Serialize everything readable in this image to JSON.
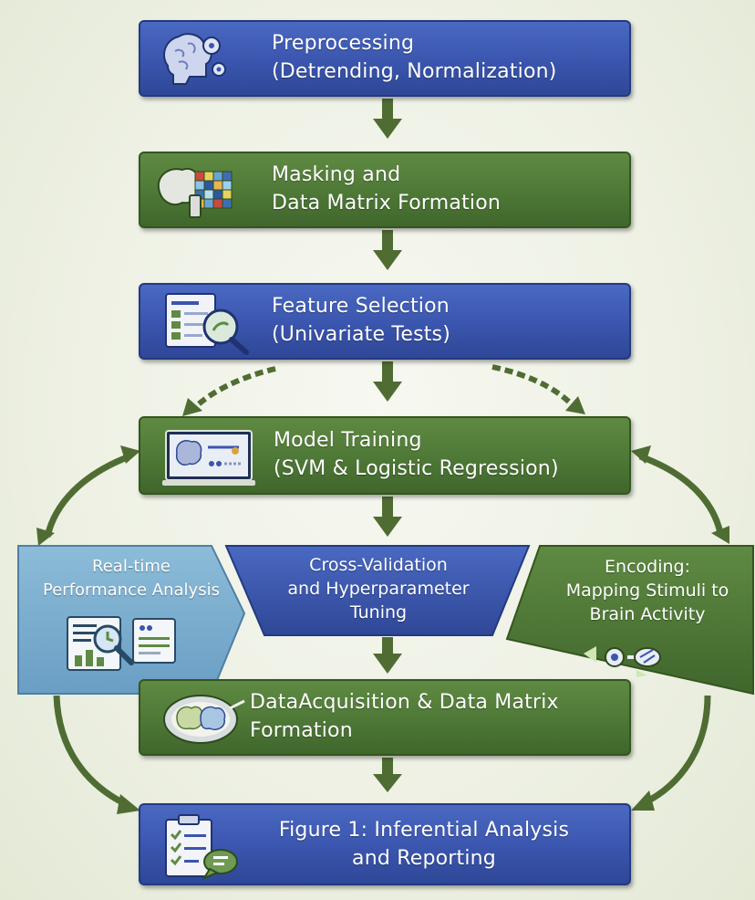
{
  "steps": {
    "preprocessing": {
      "line1": "Preprocessing",
      "line2": "(Detrending, Normalization)"
    },
    "masking": {
      "line1": "Masking and",
      "line2": "Data Matrix Formation"
    },
    "feature_selection": {
      "line1": "Feature Selection",
      "line2": "(Univariate Tests)"
    },
    "model_training": {
      "line1": "Model Training",
      "line2": "(SVM & Logistic Regression)"
    },
    "realtime": {
      "line1": "Real-time",
      "line2": "Performance Analysis"
    },
    "cross_validation": {
      "line1": "Cross-Validation",
      "line2": "and Hyperparameter",
      "line3": "Tuning"
    },
    "encoding": {
      "line1": "Encoding:",
      "line2": "Mapping Stimuli to",
      "line3": "Brain Activity"
    },
    "data_acquisition": {
      "line1": "DataAcquisition & Data Matrix",
      "line2": "Formation"
    },
    "inferential": {
      "line1": "Figure 1: Inferential Analysis",
      "line2": "and Reporting"
    }
  },
  "colors": {
    "blue": "#3a55ad",
    "green": "#4e7836",
    "light_blue": "#7fb0cf",
    "arrow": "#4f6d33"
  },
  "icons": [
    "brain-gears-icon",
    "brain-grid-icon",
    "document-magnifier-icon",
    "laptop-brain-icon",
    "report-magnifier-icon",
    "brain-dish-icon",
    "gears-icon",
    "clipboard-chat-icon"
  ]
}
